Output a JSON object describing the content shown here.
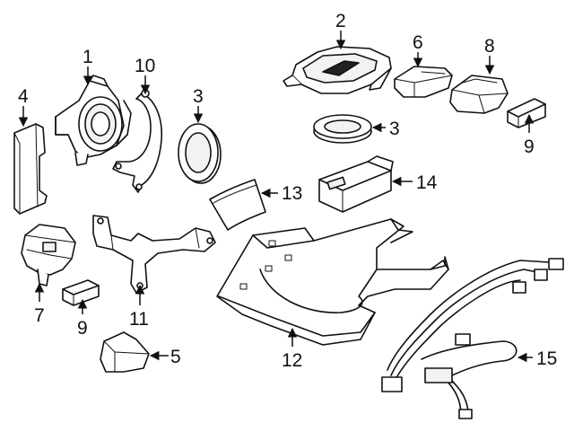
{
  "callouts": [
    {
      "id": "c1",
      "label": "1"
    },
    {
      "id": "c2",
      "label": "2"
    },
    {
      "id": "c3a",
      "label": "3"
    },
    {
      "id": "c3b",
      "label": "3"
    },
    {
      "id": "c4",
      "label": "4"
    },
    {
      "id": "c5",
      "label": "5"
    },
    {
      "id": "c6",
      "label": "6"
    },
    {
      "id": "c7",
      "label": "7"
    },
    {
      "id": "c8",
      "label": "8"
    },
    {
      "id": "c9a",
      "label": "9"
    },
    {
      "id": "c9b",
      "label": "9"
    },
    {
      "id": "c10",
      "label": "10"
    },
    {
      "id": "c11",
      "label": "11"
    },
    {
      "id": "c12",
      "label": "12"
    },
    {
      "id": "c13",
      "label": "13"
    },
    {
      "id": "c14",
      "label": "14"
    },
    {
      "id": "c15",
      "label": "15"
    }
  ]
}
